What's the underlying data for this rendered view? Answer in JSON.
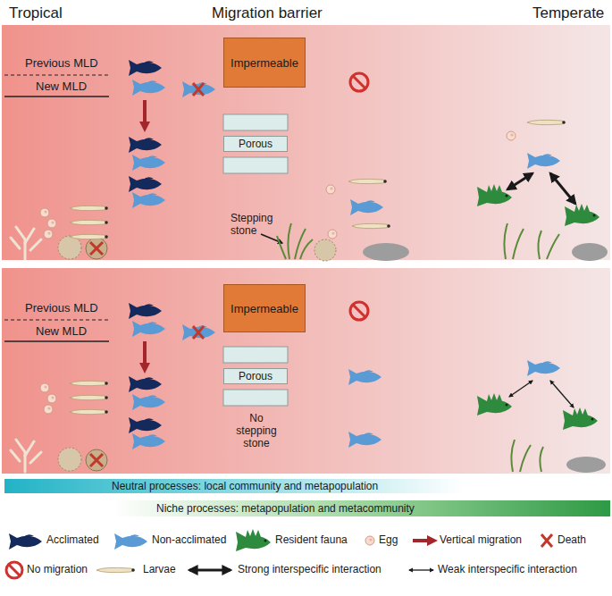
{
  "diagram": {
    "nodes": [
      {
        "text": [
          "Impermeable"
        ]
      },
      {
        "text": [
          "Porous"
        ]
      },
      {
        "text": [
          "Impermeable"
        ]
      },
      {
        "text": [
          "Porous"
        ]
      },
      {
        "text": [
          "Neutral processes: local community and metapopulation"
        ]
      },
      {
        "text": [
          "Niche processes: metapopulation and metacommunity"
        ]
      }
    ],
    "labels": [
      "Tropical",
      "Migration barrier",
      "Temperate",
      "Previous MLD",
      "New MLD",
      "Stepping stone",
      "Previous MLD",
      "New MLD",
      "No stepping stone"
    ],
    "legend": [
      {
        "text": "Acclimated"
      },
      {
        "text": "Non-acclimated"
      },
      {
        "text": "Resident fauna"
      },
      {
        "text": "Egg"
      },
      {
        "text": "Vertical migration"
      },
      {
        "text": "Death"
      },
      {
        "text": "No migration"
      },
      {
        "text": "Larvae"
      },
      {
        "text": "Strong interspecific interaction"
      },
      {
        "text": "Weak interspecific interaction"
      }
    ]
  }
}
